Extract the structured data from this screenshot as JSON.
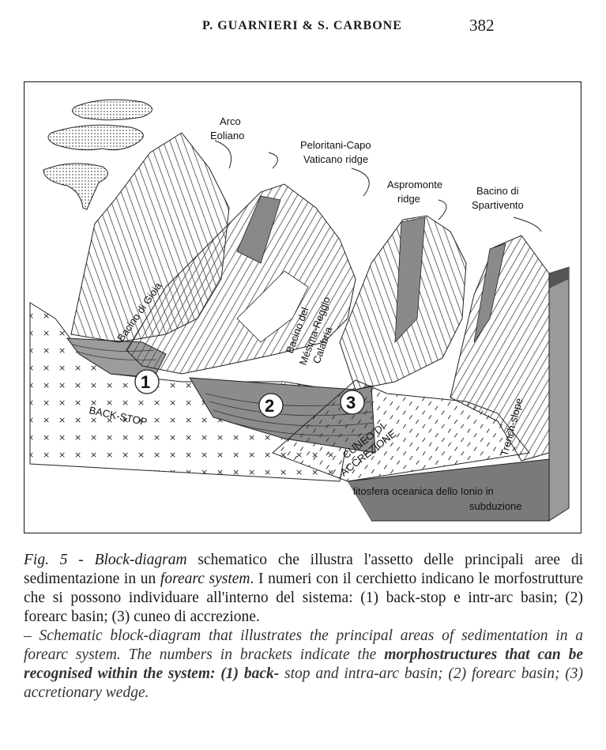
{
  "header": {
    "authors": "P. GUARNIERI & S. CARBONE",
    "page_number": "382"
  },
  "figure": {
    "labels": {
      "arco_eoliano_1": "Arco",
      "arco_eoliano_2": "Eoliano",
      "peloritani_1": "Peloritani-Capo",
      "peloritani_2": "Vaticano ridge",
      "aspromonte_1": "Aspromonte",
      "aspromonte_2": "ridge",
      "spartivento_1": "Bacino di",
      "spartivento_2": "Spartivento",
      "bacino_gioia": "Bacino di Gioia",
      "mesima_1": "Bacino del",
      "mesima_2": "Mésima-Reggio",
      "mesima_3": "Calabria",
      "back_stop": "BACK-STOP",
      "cuneo_1": "CUNEO DI",
      "cuneo_2": "ACCREZIONE",
      "trench_slope": "Trench-slope",
      "litosfera_1": "litosfera oceanica dello Ionio in",
      "litosfera_2": "subduzione",
      "num_1": "1",
      "num_2": "2",
      "num_3": "3"
    }
  },
  "caption": {
    "it_prefix": "Fig. 5 - ",
    "it_term": "Block-diagram",
    "it_mid": " schematico che illustra l'assetto delle principali aree di sedimentazione in un ",
    "it_term2": "forearc system",
    "it_rest": ". I numeri con il cerchietto indicano le morfostrutture che si possono individuare all'interno del sistema: (1) back-stop e intr-arc basin; (2) forearc basin; (3) cuneo di accrezione.",
    "en_a": "– Schematic block-diagram that illustrates the principal areas of sedimentation in a forearc system. The numbers in brackets indicate the ",
    "en_b": "morphostructures that can be recognised within the system: (1) back-",
    "en_c": "stop and intra-arc basin; (2) forearc basin; (3) accretionary wedge."
  }
}
